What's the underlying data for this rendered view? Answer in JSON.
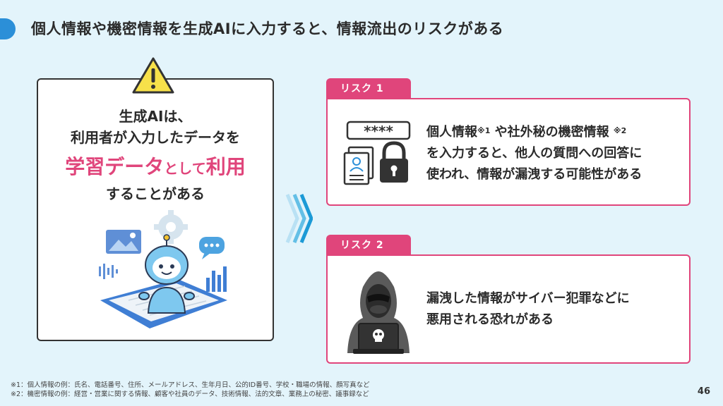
{
  "header": {
    "title": "個人情報や機密情報を生成AIに入力すると、情報流出のリスクがある"
  },
  "left_card": {
    "line1": "生成AIは、",
    "line2": "利用者が入力したデータを",
    "highlight_big1": "学習データ",
    "highlight_small": "として",
    "highlight_big2": "利用",
    "line4": "することがある"
  },
  "risk1": {
    "tag": "リスク 1",
    "line1_a": "個人情報",
    "sup1": "※1",
    "line1_b": " や社外秘の機密情報 ",
    "sup2": "※2",
    "line2": "を入力すると、他人の質問への回答に",
    "line3": "使われ、情報が漏洩する可能性がある",
    "password_mask": "****"
  },
  "risk2": {
    "tag": "リスク 2",
    "line1": "漏洩した情報がサイバー犯罪などに",
    "line2": "悪用される恐れがある"
  },
  "footnotes": {
    "n1": "※1：個人情報の例：氏名、電話番号、住所、メールアドレス、生年月日、公的ID番号、学校・職場の情報、顔写真など",
    "n2": "※2：機密情報の例：経営・営業に関する情報、顧客や社員のデータ、技術情報、法的文章、業務上の秘密、議事録など"
  },
  "page_number": "46",
  "colors": {
    "accent": "#2b8fd8",
    "risk": "#e0457b",
    "background": "#e3f4fb",
    "warning": "#f7e14a"
  }
}
